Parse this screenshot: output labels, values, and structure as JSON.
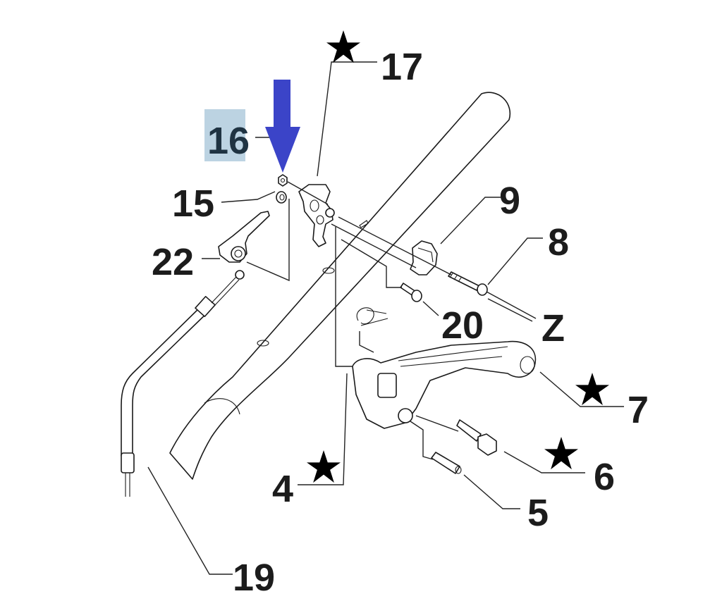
{
  "diagram": {
    "title": "Handlebar lever / cable assembly exploded view",
    "highlight_color": "#bcd3e2",
    "arrow_color": "#3b44c8",
    "highlighted_part": "16",
    "callouts": [
      {
        "id": "17",
        "text": "17",
        "starred": true
      },
      {
        "id": "16",
        "text": "16",
        "starred": false,
        "highlighted": true,
        "arrow": "down-arrow-icon"
      },
      {
        "id": "15",
        "text": "15",
        "starred": false
      },
      {
        "id": "22",
        "text": "22",
        "starred": false
      },
      {
        "id": "9",
        "text": "9",
        "starred": false
      },
      {
        "id": "8",
        "text": "8",
        "starred": false
      },
      {
        "id": "20",
        "text": "20",
        "starred": false
      },
      {
        "id": "Z",
        "text": "Z",
        "starred": false
      },
      {
        "id": "7",
        "text": "7",
        "starred": true
      },
      {
        "id": "6",
        "text": "6",
        "starred": true
      },
      {
        "id": "4",
        "text": "4",
        "starred": true
      },
      {
        "id": "5",
        "text": "5",
        "starred": false
      },
      {
        "id": "19",
        "text": "19",
        "starred": false
      }
    ],
    "parts": [
      "handlebar-tube",
      "lever-bracket",
      "nut-small",
      "washer-nut",
      "throttle-lever",
      "cable",
      "clamp-block",
      "clamp-screw",
      "socket-screw",
      "brake-pedal-arm",
      "spring-clip",
      "hex-bolt",
      "pin"
    ]
  }
}
